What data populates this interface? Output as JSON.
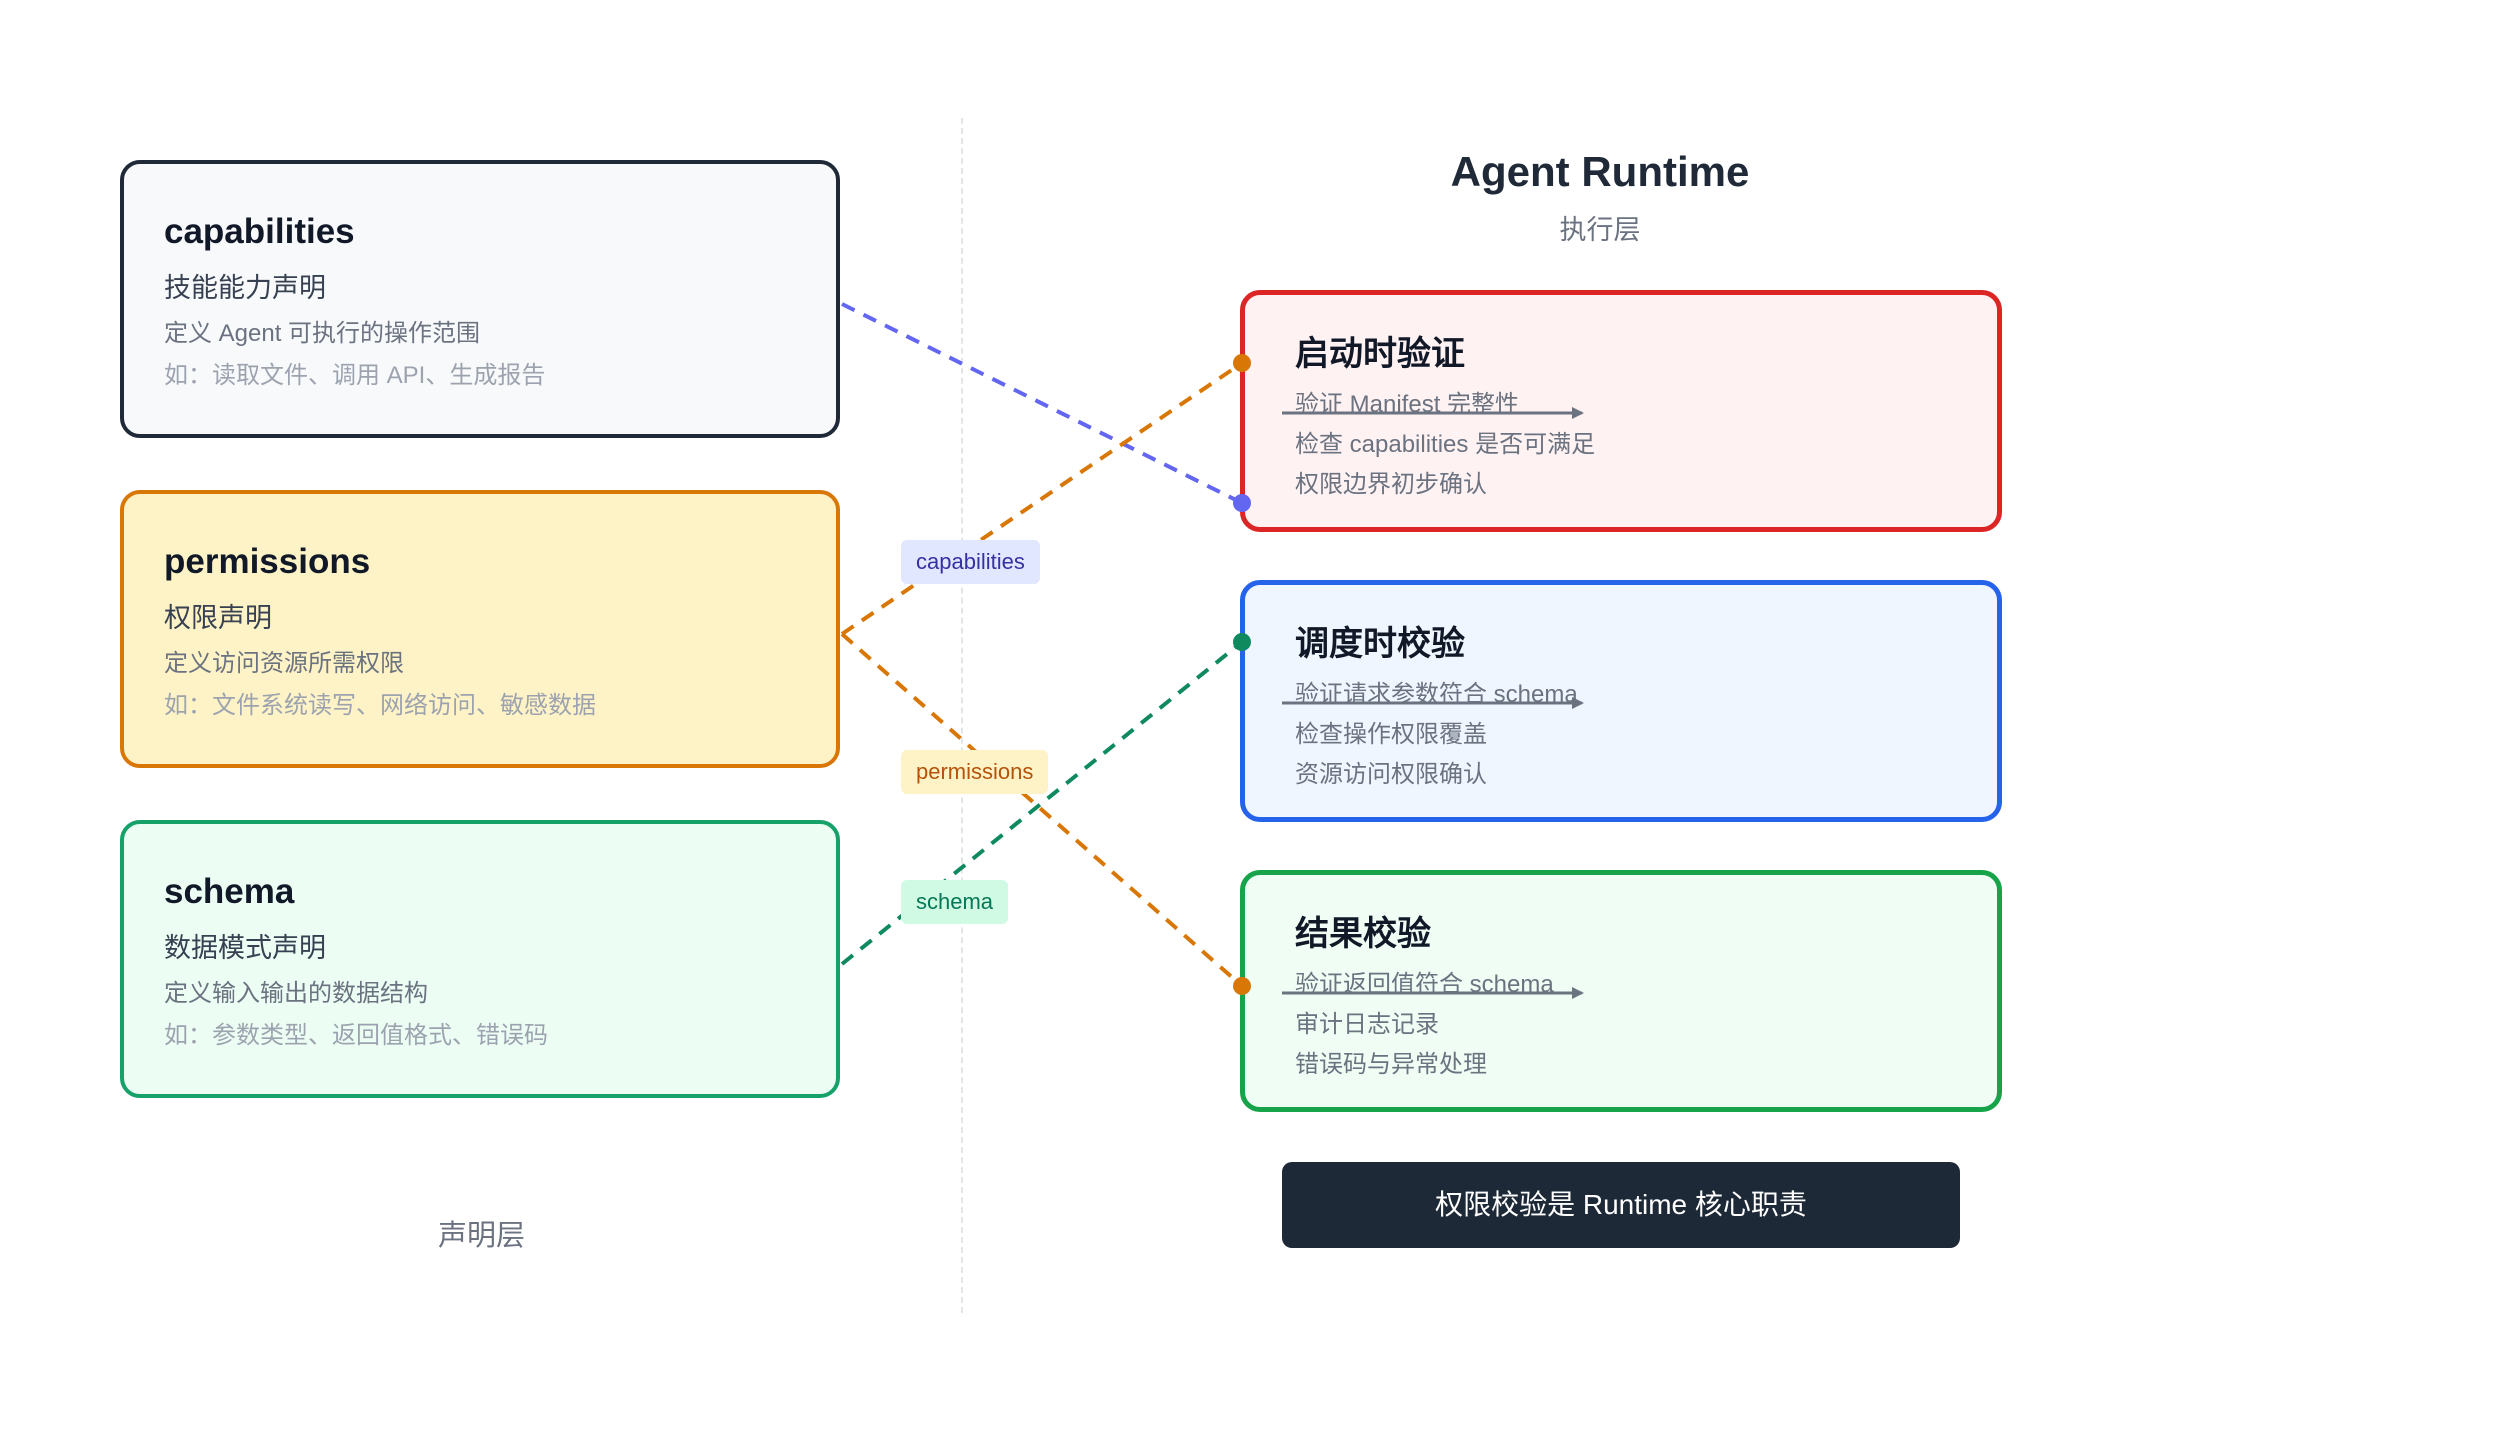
{
  "declaration_layer": {
    "label": "声明层",
    "boxes": [
      {
        "title": "capabilities",
        "subtitle": "技能能力声明",
        "description": "定义 Agent 可执行的操作范围",
        "example": "如：读取文件、调用 API、生成报告"
      },
      {
        "title": "permissions",
        "subtitle": "权限声明",
        "description": "定义访问资源所需权限",
        "example": "如：文件系统读写、网络访问、敏感数据"
      },
      {
        "title": "schema",
        "subtitle": "数据模式声明",
        "description": "定义输入输出的数据结构",
        "example": "如：参数类型、返回值格式、错误码"
      }
    ]
  },
  "runtime_layer": {
    "title": "Agent Runtime",
    "subtitle": "执行层",
    "boxes": [
      {
        "title": "启动时验证",
        "lines": [
          "验证 Manifest 完整性",
          "检查 capabilities 是否可满足",
          "权限边界初步确认"
        ]
      },
      {
        "title": "调度时校验",
        "lines": [
          "验证请求参数符合 schema",
          "检查操作权限覆盖",
          "资源访问权限确认"
        ]
      },
      {
        "title": "结果校验",
        "lines": [
          "验证返回值符合 schema",
          "审计日志记录",
          "错误码与异常处理"
        ]
      }
    ],
    "core_note": "权限校验是 Runtime 核心职责"
  },
  "connectors": {
    "capabilities": "capabilities",
    "permissions": "permissions",
    "schema": "schema"
  },
  "colors": {
    "capabilities_line": "#6366f1",
    "permissions_line": "#d97706",
    "schema_line": "#0f8a5f",
    "startup_border": "#dc2626",
    "dispatch_border": "#2563eb",
    "result_border": "#16a34a"
  }
}
